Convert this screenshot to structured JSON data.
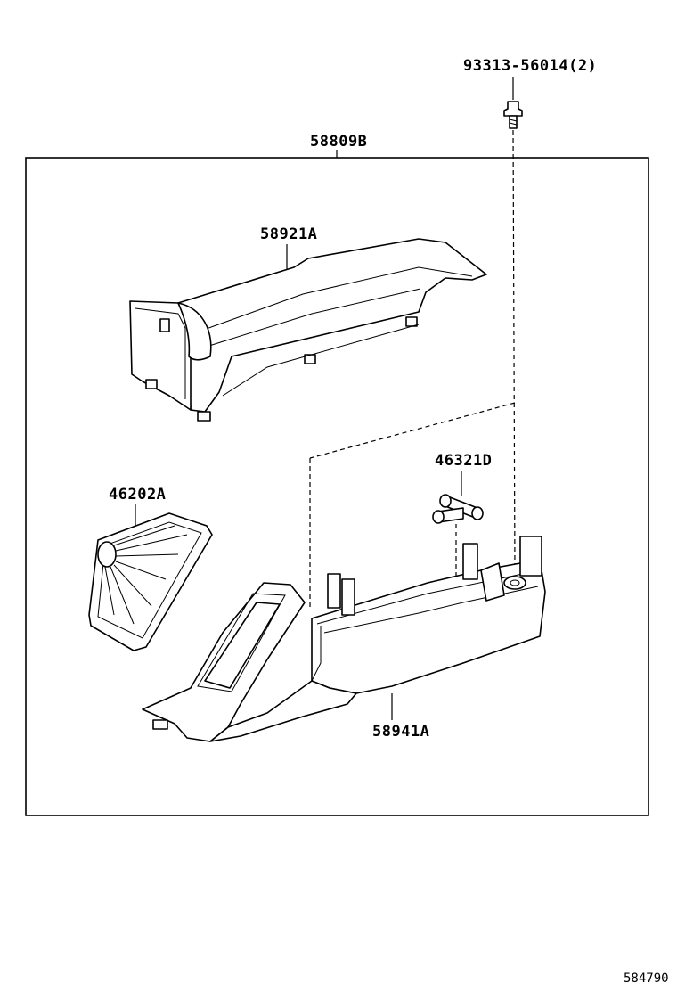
{
  "labels": {
    "assembly": "58809B",
    "upper_cover": "58921A",
    "screw": "93313-56014(2)",
    "boot": "46202A",
    "pin": "46321D",
    "console_box": "58941A",
    "diagram_ref": "584790"
  }
}
